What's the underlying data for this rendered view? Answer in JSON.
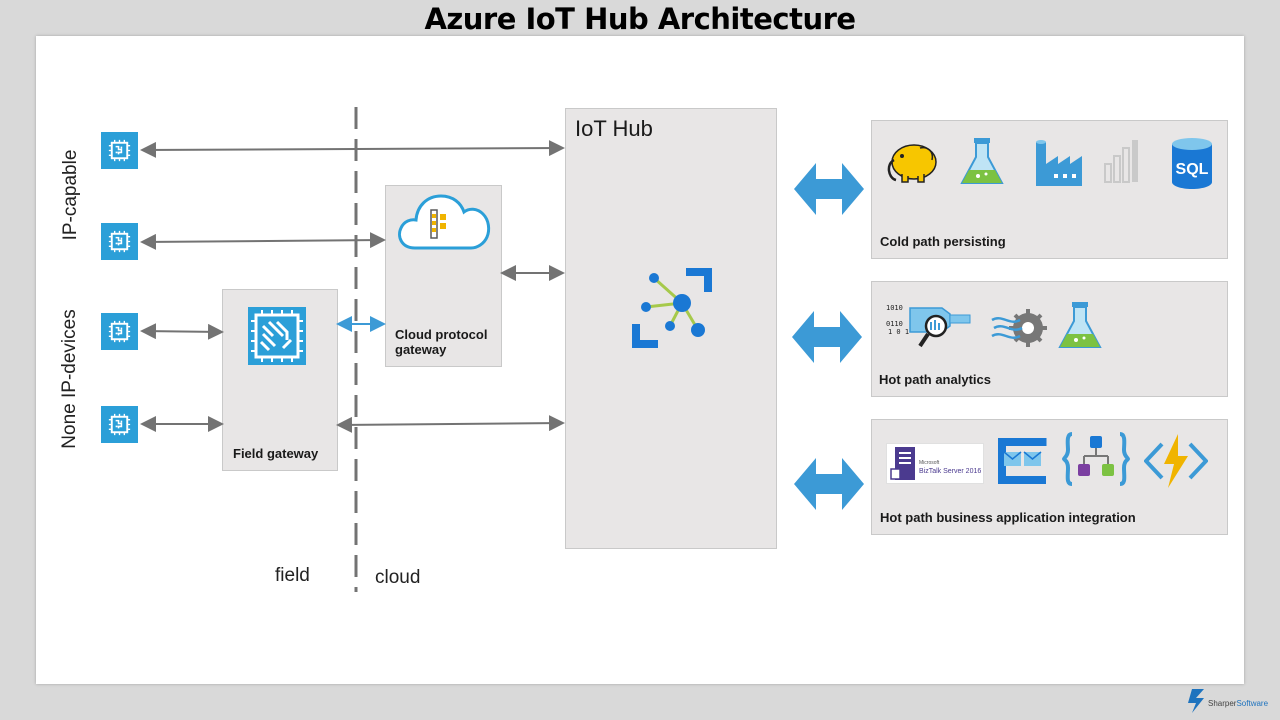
{
  "title": "Azure IoT Hub Architecture",
  "left_labels": {
    "ip_capable": "IP-capable",
    "none_ip": "None IP-devices"
  },
  "zones": {
    "field": "field",
    "cloud": "cloud"
  },
  "field_gateway": {
    "label": "Field gateway"
  },
  "cloud_gateway": {
    "label_line1": "Cloud protocol",
    "label_line2": "gateway"
  },
  "iot_hub": {
    "title": "IoT Hub"
  },
  "paths": {
    "cold": {
      "label": "Cold path persisting",
      "icons": [
        "hadoop-elephant-icon",
        "ml-flask-icon",
        "data-factory-icon",
        "power-bi-icon",
        "sql-database-icon"
      ],
      "sql_text": "SQL"
    },
    "hot": {
      "label": "Hot path analytics",
      "icons": [
        "data-analytics-icon",
        "stream-analytics-icon",
        "ml-flask-icon"
      ]
    },
    "business": {
      "label": "Hot path business application integration",
      "icons": [
        "biztalk-server-icon",
        "service-bus-icon",
        "logic-apps-icon",
        "azure-functions-icon"
      ],
      "biztalk_small": "Microsoft",
      "biztalk_text": "BizTalk Server 2016"
    }
  },
  "brand": {
    "part1": "Sharper",
    "part2": "Software"
  },
  "colors": {
    "device": "#2b9fd8",
    "box": "#e8e6e6",
    "arrow": "#737373",
    "bidirectional": "#3c9ad6",
    "hub_blue": "#1a78d4"
  }
}
